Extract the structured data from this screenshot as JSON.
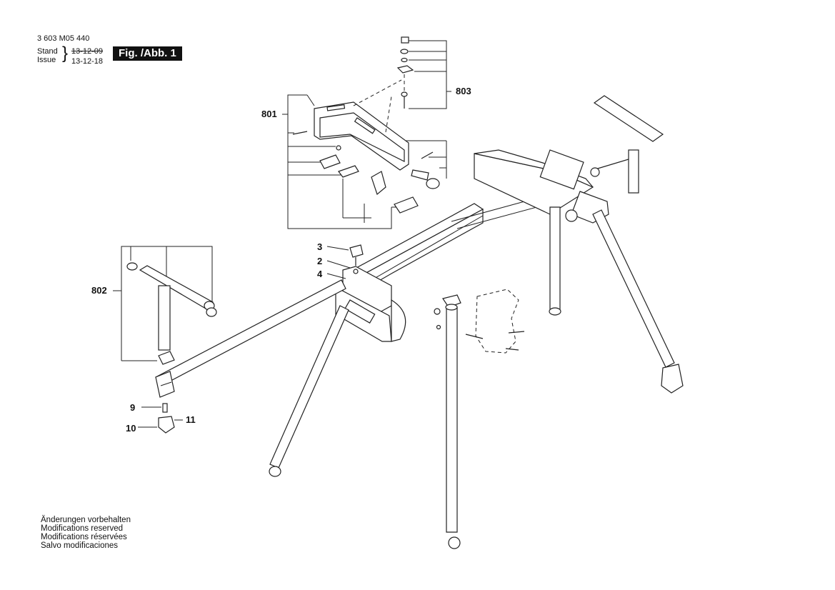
{
  "header": {
    "part_number": "3 603 M05 440",
    "stand_label": "Stand",
    "issue_label": "Issue",
    "stand_date": "13-12-09",
    "issue_date": "13-12-18",
    "figure_label": "Fig. /Abb. 1"
  },
  "callouts": {
    "c801": "801",
    "c802": "802",
    "c803": "803",
    "c2": "2",
    "c3": "3",
    "c4": "4",
    "c9": "9",
    "c10": "10",
    "c11": "11"
  },
  "footer_notes": [
    "Änderungen vorbehalten",
    "Modifications reserved",
    "Modifications réservées",
    "Salvo modificaciones"
  ]
}
